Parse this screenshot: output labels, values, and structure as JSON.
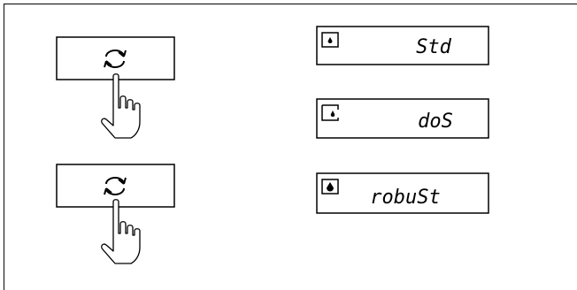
{
  "buttons": [
    {
      "icon": "cycle-arrows-icon"
    },
    {
      "icon": "cycle-arrows-icon"
    }
  ],
  "displays": [
    {
      "text": "Std",
      "indicator": "outline-droplet"
    },
    {
      "text": "doS",
      "indicator": "half-droplet"
    },
    {
      "text": "robuSt",
      "indicator": "filled-droplet"
    }
  ],
  "colors": {
    "ink": "#000000",
    "panel_border": "#333333",
    "background": "#ffffff"
  }
}
